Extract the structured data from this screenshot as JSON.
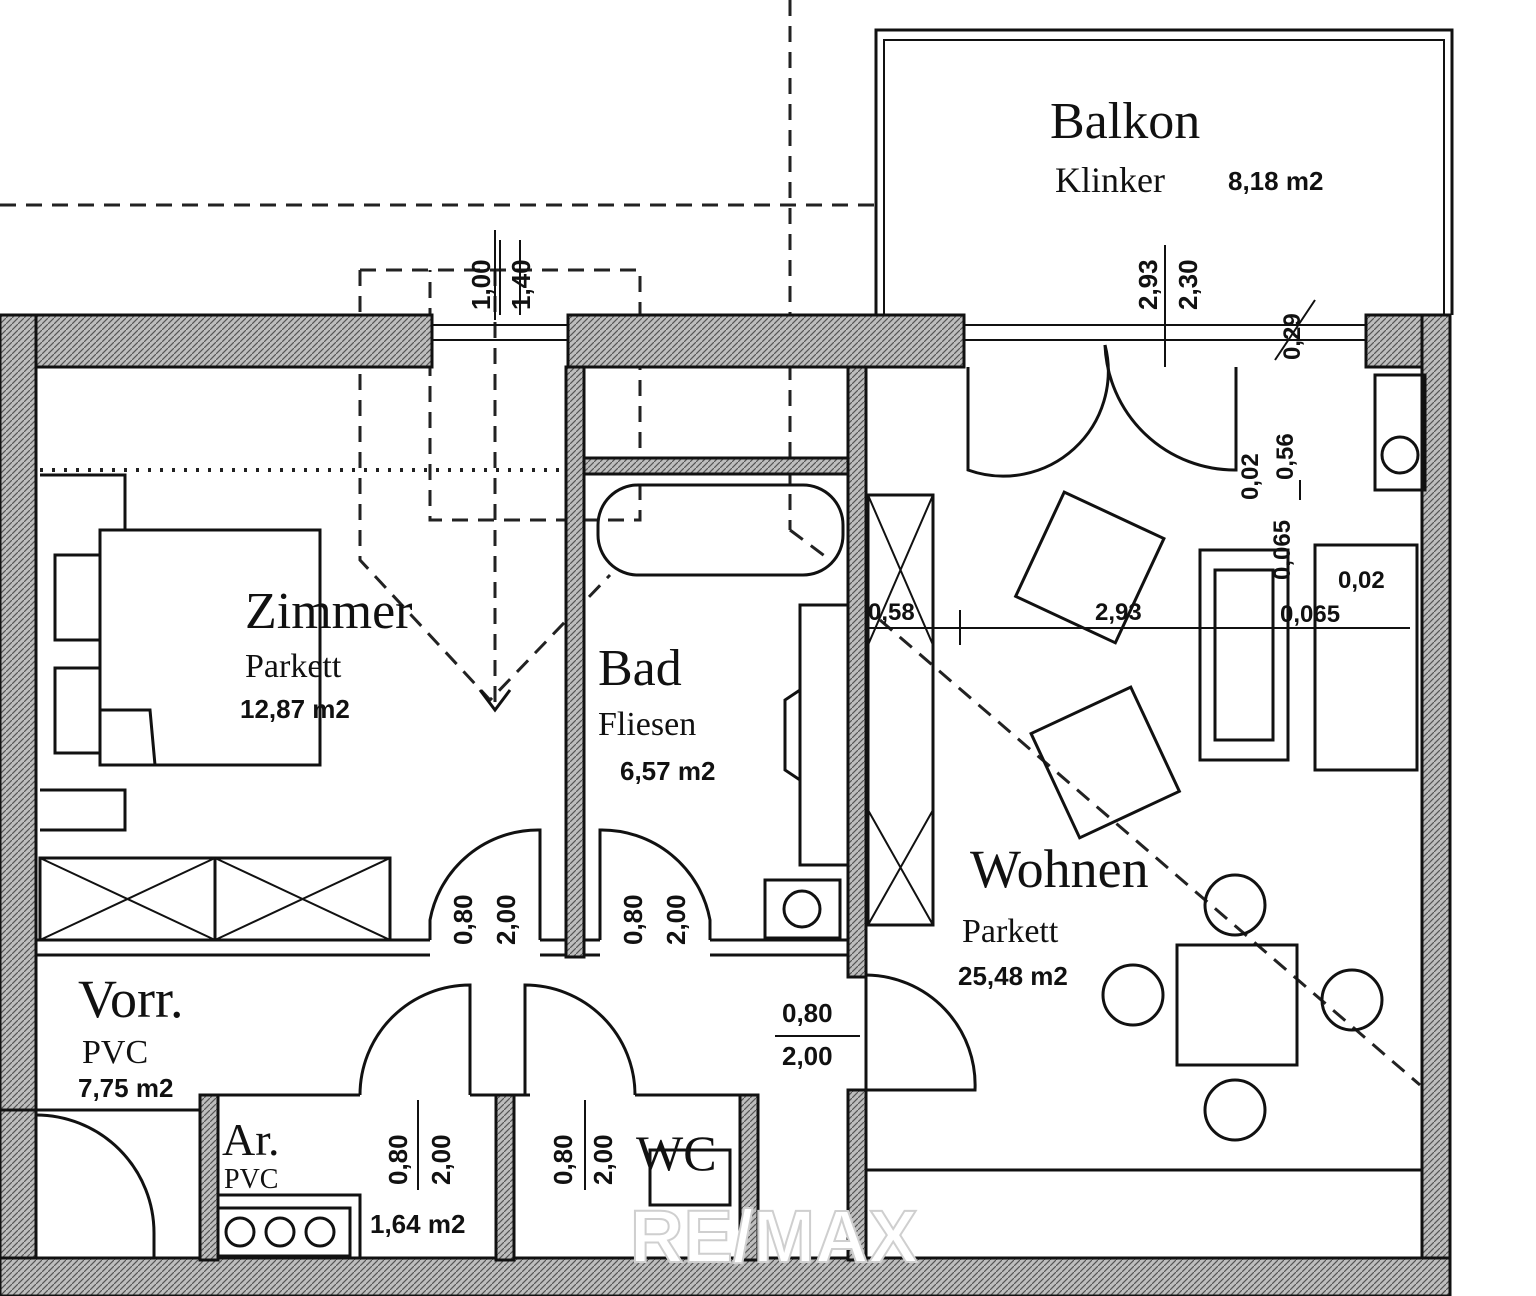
{
  "plan": {
    "rooms": {
      "balkon": {
        "name": "Balkon",
        "floor": "Klinker",
        "area": "8,18 m2"
      },
      "zimmer": {
        "name": "Zimmer",
        "floor": "Parkett",
        "area": "12,87 m2"
      },
      "bad": {
        "name": "Bad",
        "floor": "Fliesen",
        "area": "6,57 m2"
      },
      "wohnen": {
        "name": "Wohnen",
        "floor": "Parkett",
        "area": "25,48 m2"
      },
      "vorr": {
        "name": "Vorr.",
        "floor": "PVC",
        "area": "7,75 m2"
      },
      "ar": {
        "name": "Ar.",
        "floor": "PVC",
        "area": "1,64 m2"
      },
      "wc": {
        "name": "WC"
      }
    },
    "dimensions": {
      "window_zimmer_w": "1,00",
      "window_zimmer_h": "1,40",
      "window_balkon_w": "2,93",
      "window_balkon_h": "2,30",
      "measure_029": "0,29",
      "measure_056": "0,56",
      "measure_002_a": "0,02",
      "measure_0065_a": "0,065",
      "measure_002_b": "0,02",
      "measure_0065_b": "0,065",
      "measure_058": "0,58",
      "measure_293": "2,93",
      "door_zimmer_w": "0,80",
      "door_zimmer_h": "2,00",
      "door_bad_w": "0,80",
      "door_bad_h": "2,00",
      "door_wohnen_w": "0,80",
      "door_wohnen_h": "2,00",
      "door_ar_w": "0,80",
      "door_ar_h": "2,00",
      "door_wc_w": "0,80",
      "door_wc_h": "2,00"
    },
    "watermark": "RE/MAX"
  }
}
